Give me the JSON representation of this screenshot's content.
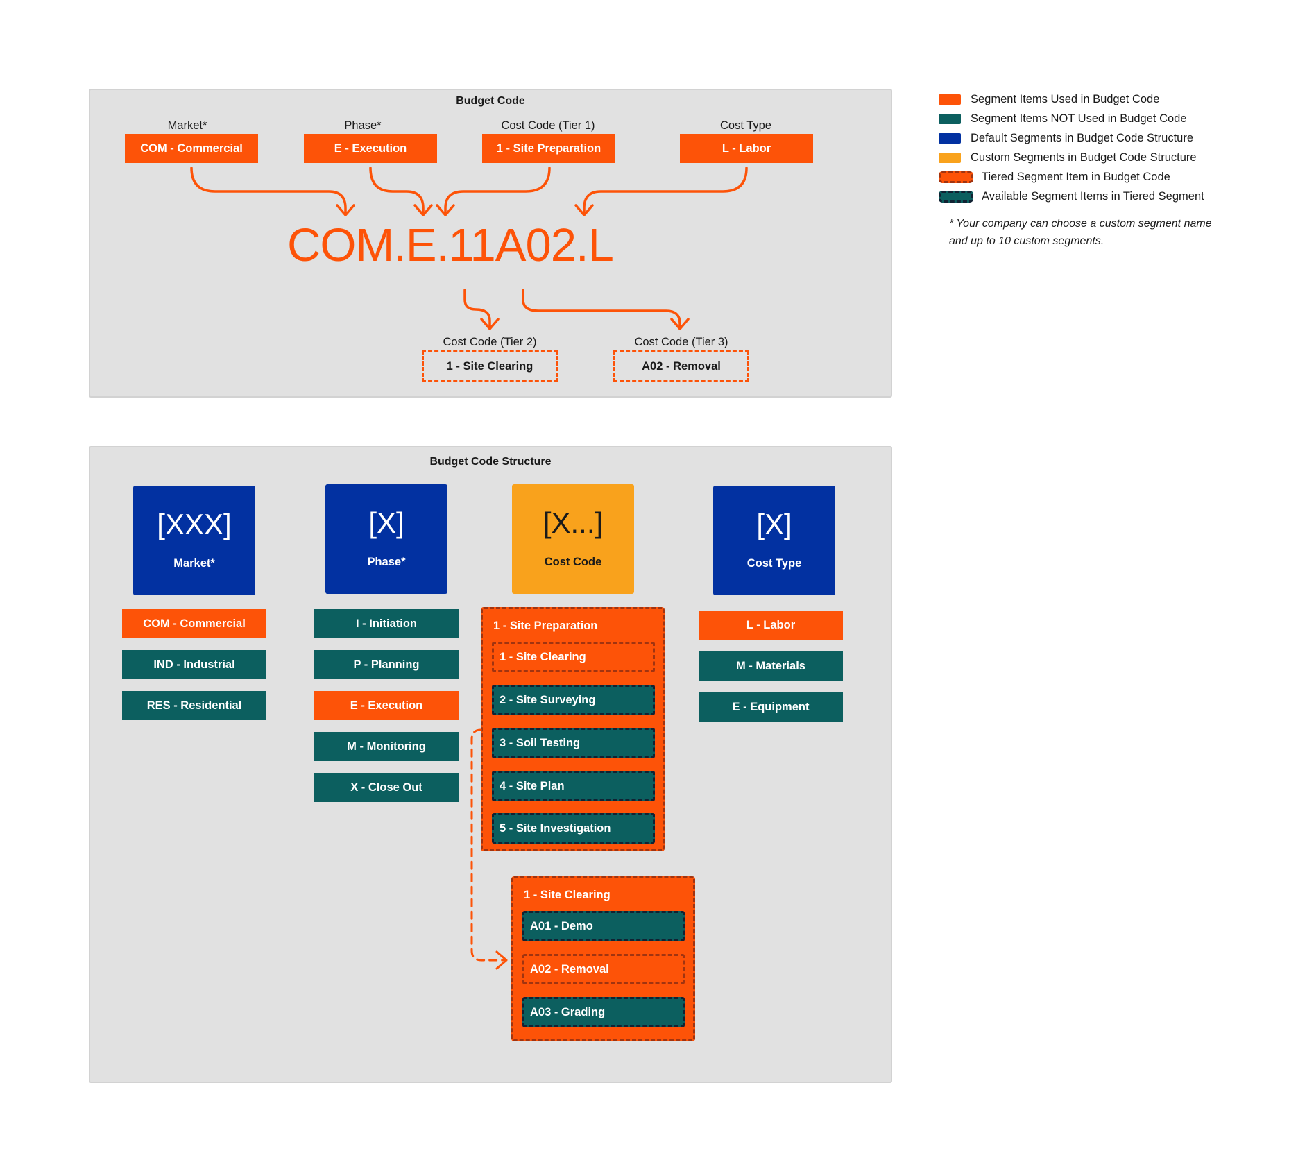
{
  "budget_code": {
    "title": "Budget Code",
    "segments": [
      {
        "label": "Market*",
        "item": "COM - Commercial"
      },
      {
        "label": "Phase*",
        "item": "E - Execution"
      },
      {
        "label": "Cost Code (Tier 1)",
        "item": "1 - Site Preparation"
      },
      {
        "label": "Cost Type",
        "item": "L - Labor"
      }
    ],
    "code": "COM.E.11A02.L",
    "tiers": [
      {
        "label": "Cost Code (Tier 2)",
        "item": "1 - Site Clearing"
      },
      {
        "label": "Cost Code (Tier 3)",
        "item": "A02 - Removal"
      }
    ]
  },
  "structure": {
    "title": "Budget Code Structure",
    "columns": [
      {
        "symbol": "[XXX]",
        "name": "Market*",
        "kind": "default",
        "items": [
          {
            "label": "COM - Commercial",
            "used": true
          },
          {
            "label": "IND - Industrial",
            "used": false
          },
          {
            "label": "RES - Residential",
            "used": false
          }
        ]
      },
      {
        "symbol": "[X]",
        "name": "Phase*",
        "kind": "default",
        "items": [
          {
            "label": "I - Initiation",
            "used": false
          },
          {
            "label": "P - Planning",
            "used": false
          },
          {
            "label": "E - Execution",
            "used": true
          },
          {
            "label": "M - Monitoring",
            "used": false
          },
          {
            "label": "X - Close Out",
            "used": false
          }
        ]
      },
      {
        "symbol": "[X...]",
        "name": "Cost Code",
        "kind": "custom"
      },
      {
        "symbol": "[X]",
        "name": "Cost Type",
        "kind": "default",
        "items": [
          {
            "label": "L - Labor",
            "used": true
          },
          {
            "label": "M - Materials",
            "used": false
          },
          {
            "label": "E - Equipment",
            "used": false
          }
        ]
      }
    ],
    "tier1": {
      "head": "1 - Site Preparation",
      "items": [
        {
          "label": "1 - Site Clearing",
          "used": true
        },
        {
          "label": "2 - Site Surveying",
          "used": false
        },
        {
          "label": "3 - Soil Testing",
          "used": false
        },
        {
          "label": "4 - Site Plan",
          "used": false
        },
        {
          "label": "5 - Site Investigation",
          "used": false
        }
      ]
    },
    "tier2": {
      "head": "1 - Site Clearing",
      "items": [
        {
          "label": "A01 - Demo",
          "used": false
        },
        {
          "label": "A02 - Removal",
          "used": true
        },
        {
          "label": "A03 - Grading",
          "used": false
        }
      ]
    }
  },
  "legend": {
    "items": [
      {
        "label": "Segment Items Used in Budget Code",
        "color": "#fd5308"
      },
      {
        "label": "Segment Items NOT Used in Budget Code",
        "color": "#0c5f5f"
      },
      {
        "label": "Default Segments in Budget Code Structure",
        "color": "#0231a1"
      },
      {
        "label": "Custom Segments in Budget Code Structure",
        "color": "#f9a21c"
      },
      {
        "label": "Tiered Segment Item in Budget Code",
        "color": "#fd5308"
      },
      {
        "label": "Available Segment Items in Tiered Segment",
        "color": "#0c5f5f"
      }
    ],
    "note": "* Your company can choose a custom segment name and up to 10 custom segments."
  }
}
